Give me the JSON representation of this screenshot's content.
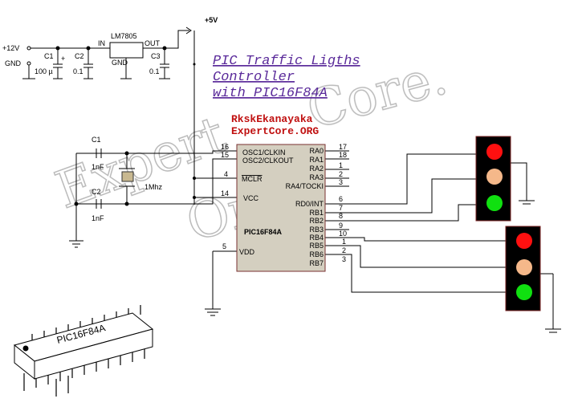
{
  "title": {
    "line1": "PIC Traffic Ligths",
    "line2": "Controller",
    "line3": "with PIC16F84A"
  },
  "author": {
    "name": "RkskEkanayaka",
    "site": "ExpertCore.ORG"
  },
  "watermark": {
    "word1": "Expert",
    "word2": "Core.",
    "word3": "Org"
  },
  "power": {
    "v12": "+12V",
    "gnd": "GND",
    "v5": "+5V",
    "reg": "LM7805",
    "in": "IN",
    "out": "OUT",
    "reg_gnd": "GND",
    "c1": "C1",
    "c1v": "100 µ",
    "c1p": "+",
    "c2": "C2",
    "c2v": "0.1",
    "c3": "C3",
    "c3v": "0.1"
  },
  "osc": {
    "c1": "C1",
    "c1v": "1nF",
    "c2": "C2",
    "c2v": "1nF",
    "xtal": "1Mhz"
  },
  "chip": {
    "name": "PIC16F84A",
    "left": [
      {
        "pin": "16",
        "label": "OSC1/CLKIN"
      },
      {
        "pin": "15",
        "label": "OSC2/CLKOUT"
      },
      {
        "pin": "4",
        "label": "MCLR"
      },
      {
        "pin": "14",
        "label": "VCC"
      },
      {
        "pin": "5",
        "label": "VDD"
      }
    ],
    "right": [
      {
        "pin": "17",
        "label": "RA0"
      },
      {
        "pin": "18",
        "label": "RA1"
      },
      {
        "pin": "1",
        "label": "RA2"
      },
      {
        "pin": "2",
        "label": "RA3"
      },
      {
        "pin": "3",
        "label": "RA4/TOCKI"
      },
      {
        "pin": "6",
        "label": "RD0/INT"
      },
      {
        "pin": "7",
        "label": "RB1"
      },
      {
        "pin": "8",
        "label": "RB2"
      },
      {
        "pin": "9",
        "label": "RB3"
      },
      {
        "pin": "10",
        "label": "RB4"
      },
      {
        "pin": "1",
        "label": "RB5"
      },
      {
        "pin": "2",
        "label": "RB6"
      },
      {
        "pin": "3",
        "label": "RB7"
      }
    ]
  },
  "ic_drawing_label": "PIC16F84A",
  "colors": {
    "red": "#ff1010",
    "amber": "#f5b88a",
    "green": "#10e010",
    "chip": "#d4cfc0",
    "title": "#5a2a9a"
  }
}
